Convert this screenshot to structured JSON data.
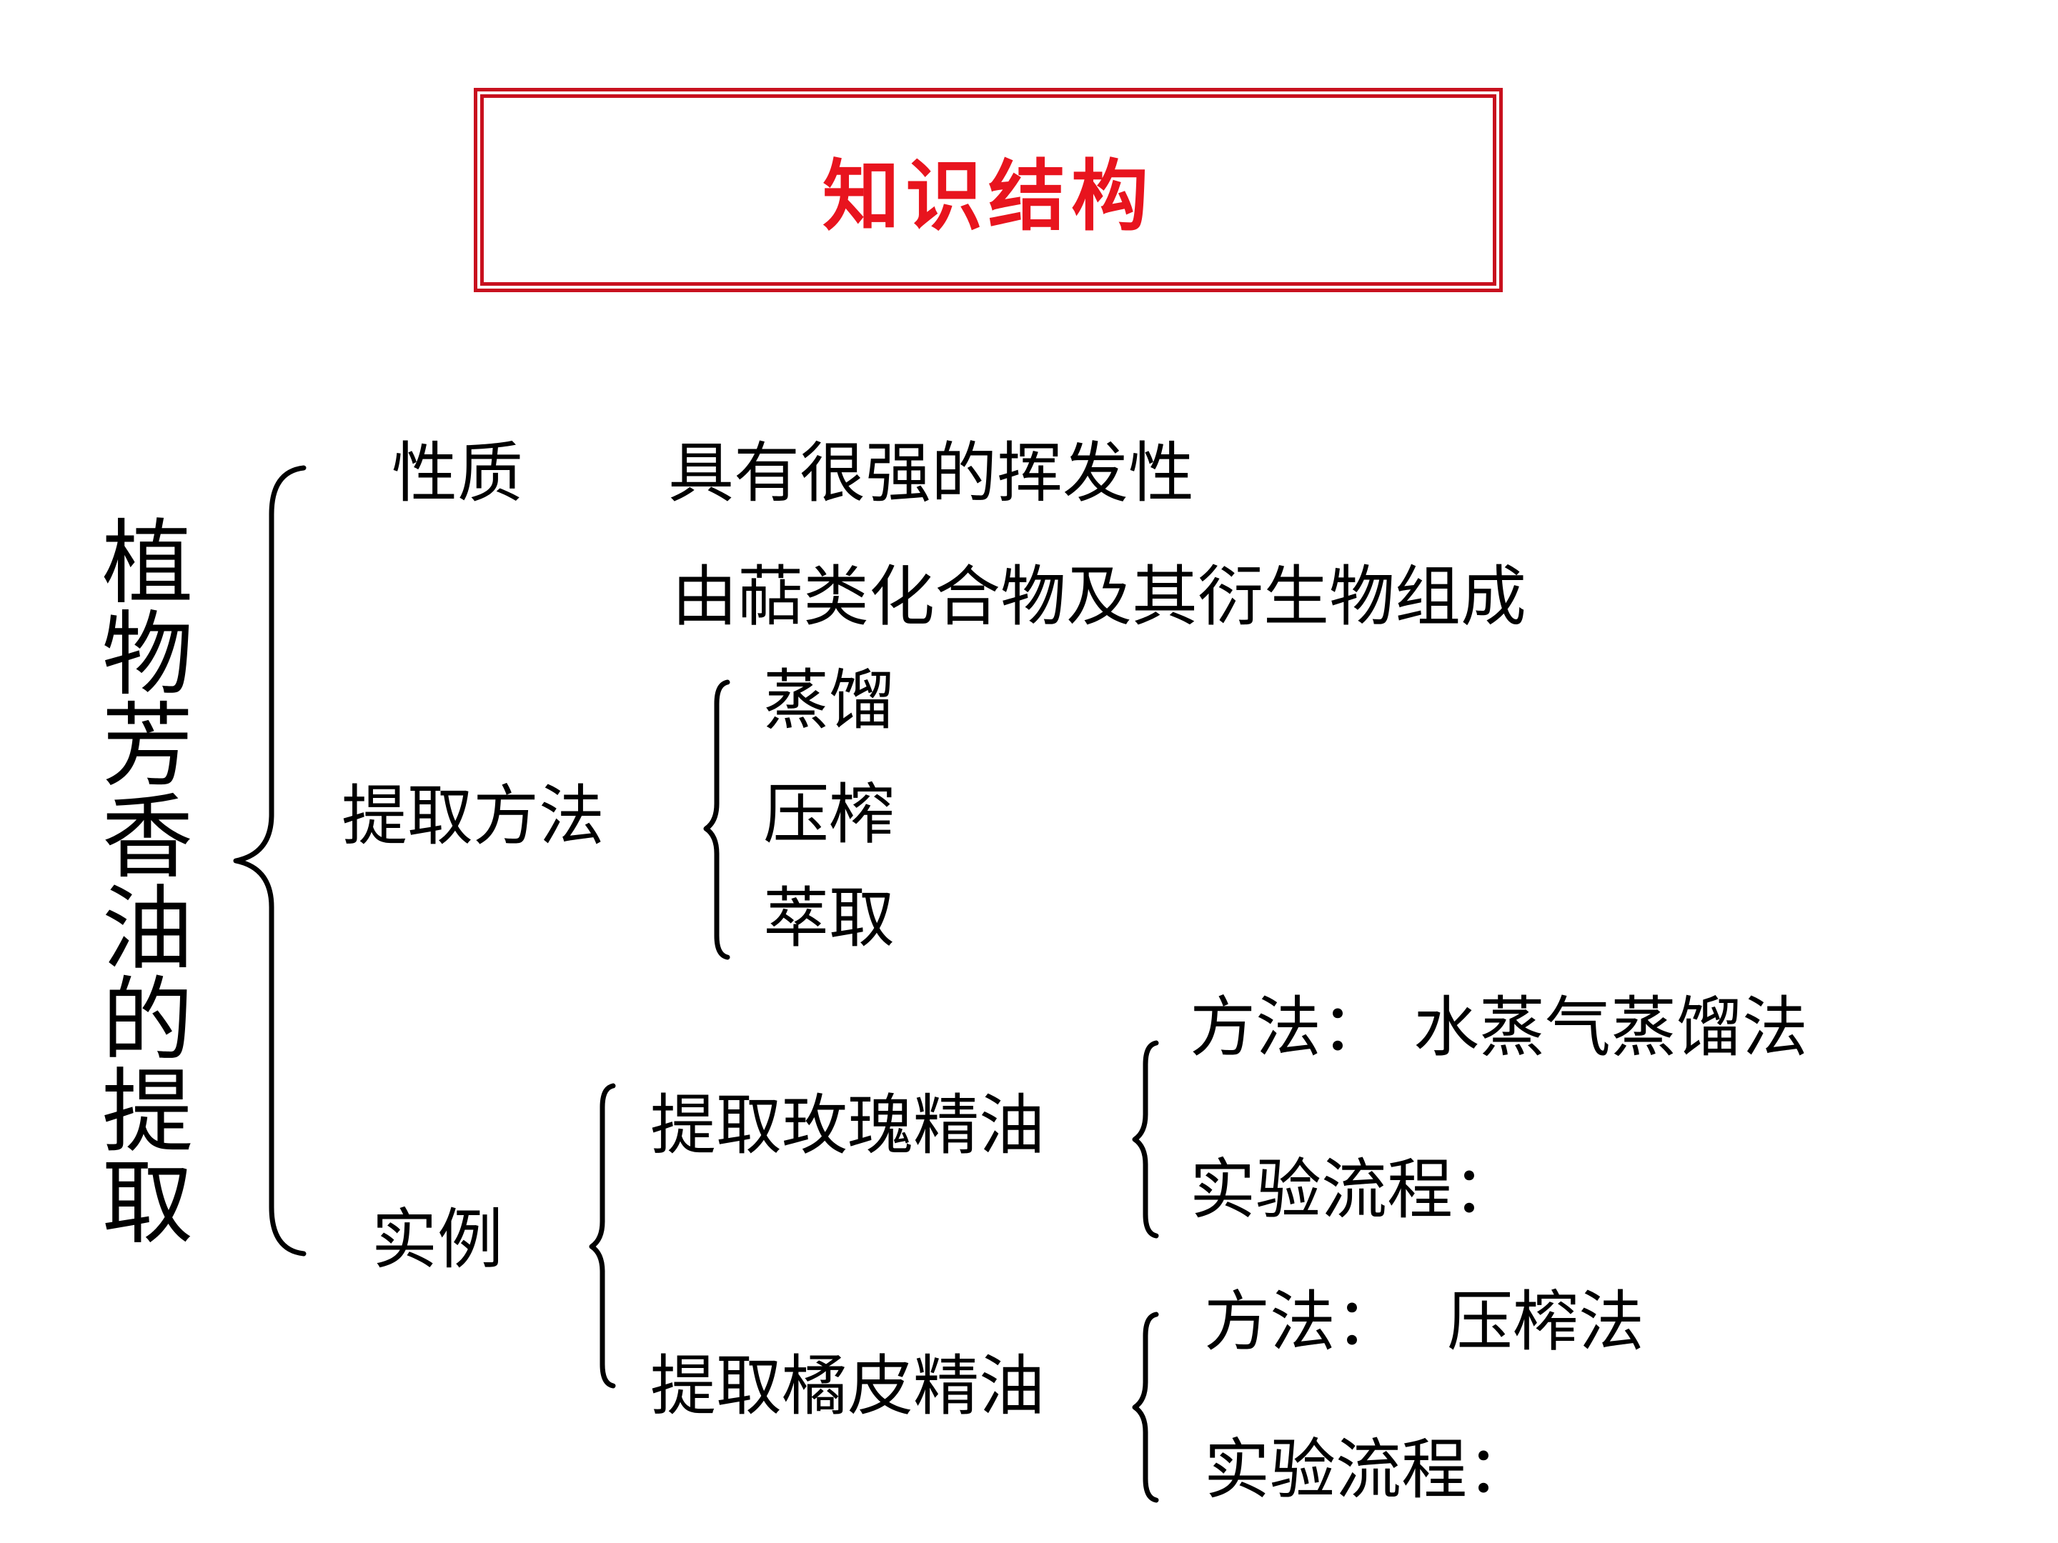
{
  "title": "知识结构",
  "main_topic": "植物芳香油的提取",
  "colors": {
    "title_text": "#e8141e",
    "title_border": "#c8101e",
    "text": "#000000"
  },
  "properties": {
    "label": "性质",
    "items": [
      "具有很强的挥发性",
      "由萜类化合物及其衍生物组成"
    ]
  },
  "methods": {
    "label": "提取方法",
    "items": [
      "蒸馏",
      "压榨",
      "萃取"
    ]
  },
  "examples": {
    "label": "实例",
    "rose": {
      "label": "提取玫瑰精油",
      "method_label": "方法：",
      "method_value": "水蒸气蒸馏法",
      "process_label": "实验流程："
    },
    "orange": {
      "label": "提取橘皮精油",
      "method_label": "方法：",
      "method_value": "压榨法",
      "process_label": "实验流程："
    }
  }
}
